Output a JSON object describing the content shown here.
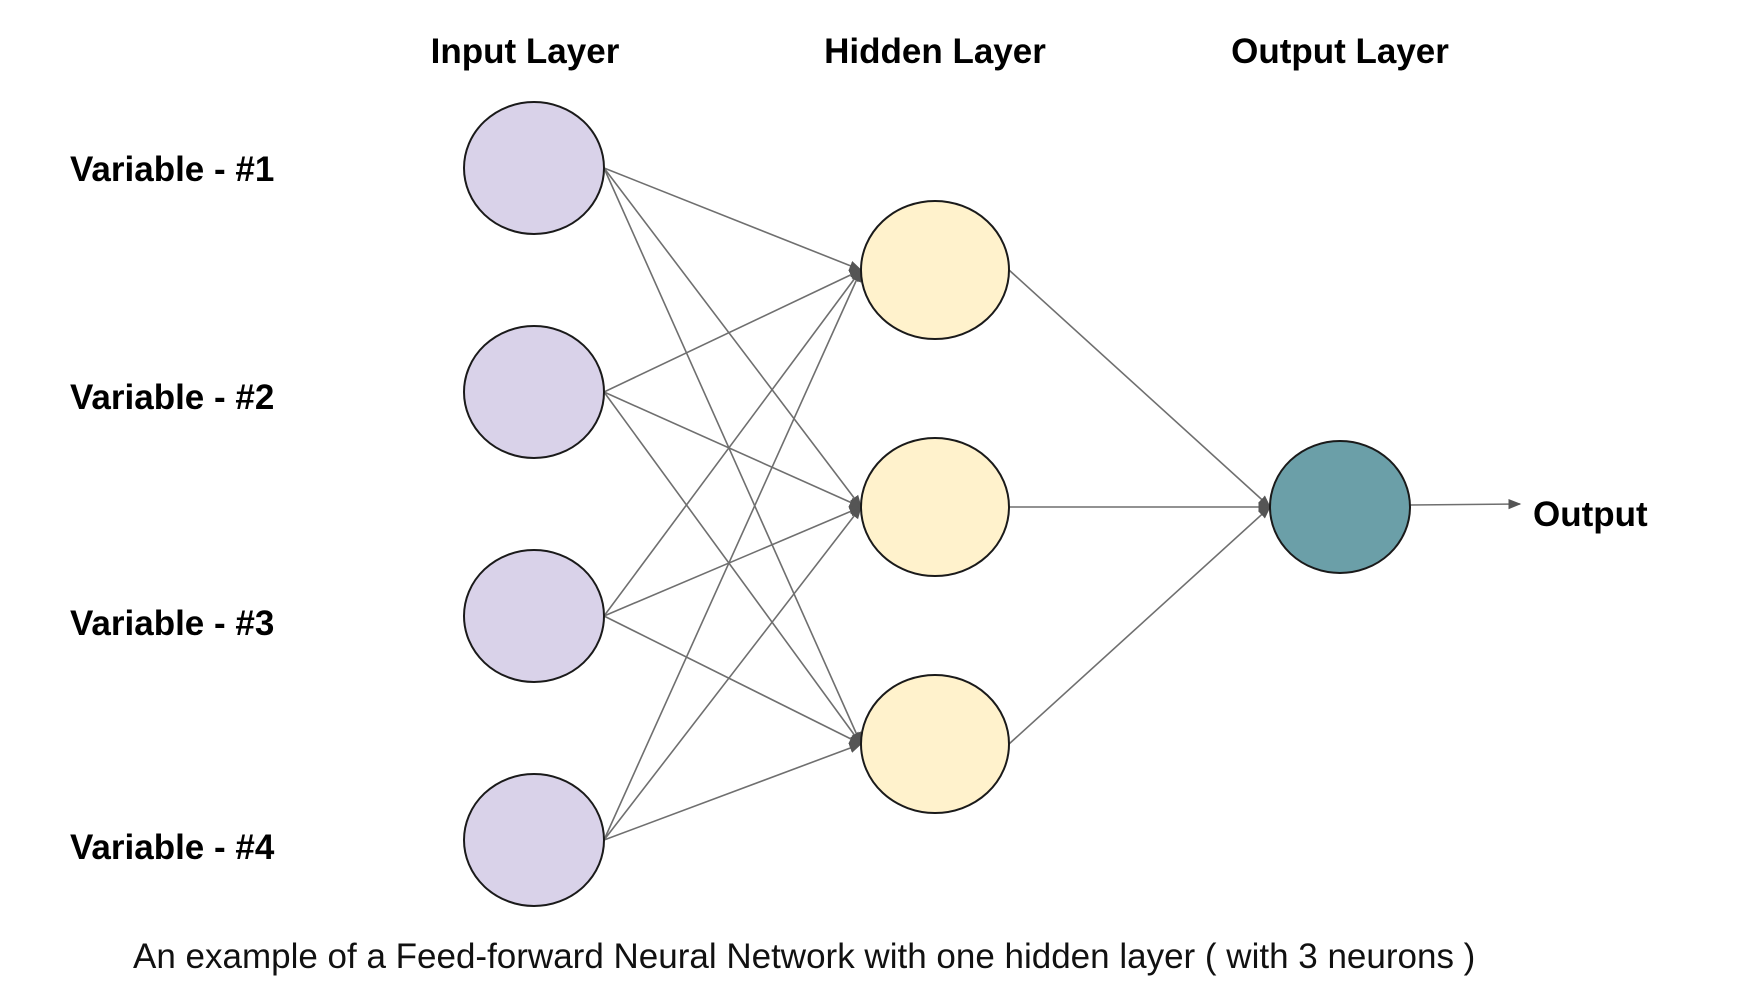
{
  "layers": {
    "input_title": "Input Layer",
    "hidden_title": "Hidden Layer",
    "output_title": "Output Layer"
  },
  "inputs": [
    {
      "label": "Variable - #1"
    },
    {
      "label": "Variable - #2"
    },
    {
      "label": "Variable - #3"
    },
    {
      "label": "Variable - #4"
    }
  ],
  "hidden_count": 3,
  "output_label": "Output",
  "caption": "An example of a Feed-forward Neural Network with one hidden layer ( with 3 neurons )",
  "colors": {
    "input_node": "#d9d2e9",
    "hidden_node": "#fff2cc",
    "output_node": "#6b9fa8"
  }
}
